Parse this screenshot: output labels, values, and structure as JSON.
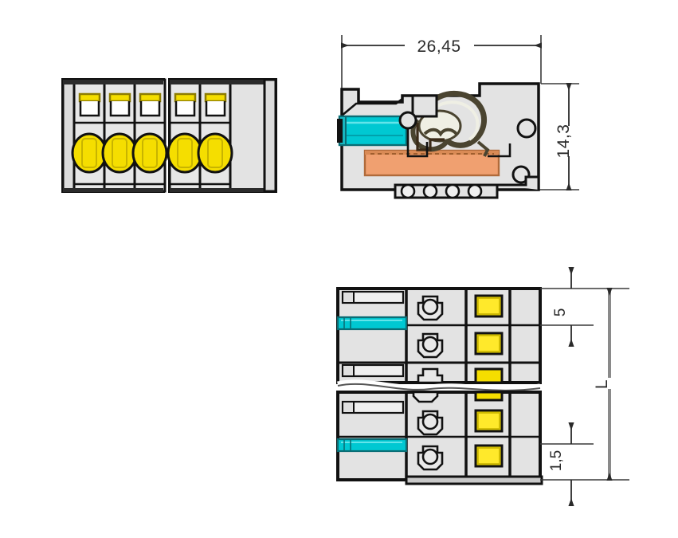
{
  "drawing": {
    "title": "Terminal block connector dimensional drawing",
    "background_color": "#ffffff",
    "line_color": "#111111",
    "dim_line_color": "#3a3a3a",
    "body_fill": "#e3e3e3",
    "body_fill_light": "#efefef",
    "body_fill_dark": "#d2d2d2",
    "accent_yellow": "#f5de00",
    "accent_yellow_dark": "#c8b400",
    "accent_cyan": "#00c8d2",
    "accent_cyan_dark": "#0095a0",
    "accent_orange": "#f0a070",
    "accent_orange_dark": "#c07840",
    "views": [
      {
        "name": "front-view",
        "label": "",
        "poles": 5,
        "group_break_after_pole": 3
      },
      {
        "name": "section-view",
        "label": ""
      },
      {
        "name": "side-view",
        "label": ""
      }
    ]
  },
  "dimensions": {
    "width_overall": "26,45",
    "height_overall": "14,3",
    "pitch_top": "5",
    "pitch_bottom": "1,5",
    "length_overall": "L"
  },
  "labels": {
    "dim_26_45": "26,45",
    "dim_14_3": "14,3",
    "dim_5": "5",
    "dim_1_5": "1,5",
    "dim_L": "L"
  }
}
